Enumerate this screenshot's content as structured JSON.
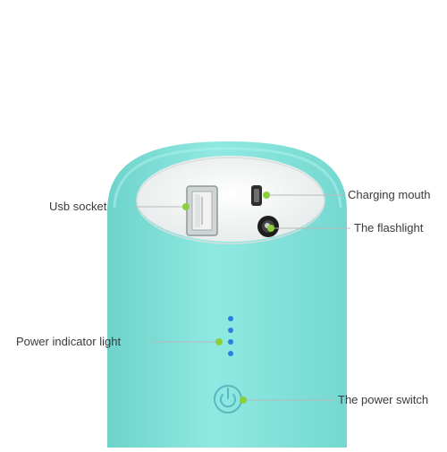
{
  "callouts": [
    {
      "id": "usb-socket",
      "label": "Usb socket"
    },
    {
      "id": "charging-mouth",
      "label": "Charging mouth"
    },
    {
      "id": "flashlight",
      "label": "The flashlight"
    },
    {
      "id": "power-indicator",
      "label": "Power indicator light"
    },
    {
      "id": "power-switch",
      "label": "The power switch"
    }
  ],
  "colors": {
    "body": "#88e6df",
    "body_shadow": "#6fd3cc",
    "top_face": "#f4f6f6",
    "leader_line": "#b9b9b9",
    "dot": "#8ccf3c",
    "led": "#2a7fdc",
    "text": "#3a3a3a"
  },
  "indicator": {
    "led_count": 4
  }
}
